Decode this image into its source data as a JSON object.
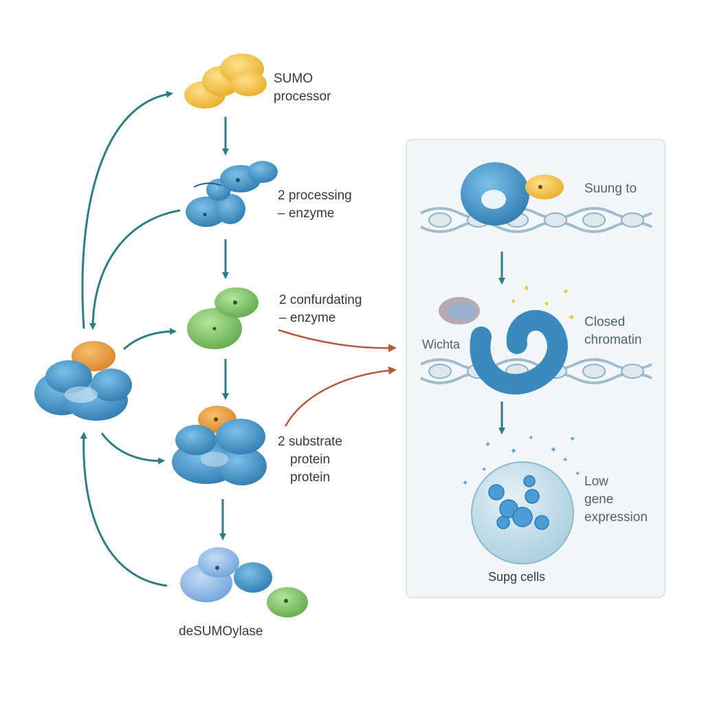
{
  "pathway": {
    "steps": [
      {
        "id": "sumo",
        "lines": [
          "SUMO",
          "processor"
        ],
        "color": "#f2c04a"
      },
      {
        "id": "processing",
        "lines": [
          "2 processing",
          "– enzyme"
        ],
        "color": "#4f9ccd"
      },
      {
        "id": "conjugating",
        "lines": [
          "2 confurdating",
          "– enzyme"
        ],
        "color": "#7cc36a"
      },
      {
        "id": "substrate",
        "lines": [
          "2 substrate",
          "protein",
          "protein"
        ],
        "color": "#3f8fc4"
      },
      {
        "id": "desumoylase",
        "lines": [
          "deSUMOylase"
        ],
        "color": "#8db8e6"
      }
    ]
  },
  "effect_panel": {
    "binding": {
      "lines": [
        "Suung to"
      ]
    },
    "chromatin": {
      "marker_label": "Wichta",
      "lines": [
        "Closed",
        "chromatin"
      ]
    },
    "expression": {
      "lines": [
        "Low",
        "gene",
        "expression"
      ]
    },
    "cell": {
      "label": "Supg cells"
    }
  },
  "colors": {
    "cycle_arrow": "#2c7d84",
    "cross_arrow": "#b55a3f",
    "protein_blue": "#3f8fc4",
    "sumo_orange": "#e79a3a",
    "sumo_yellow": "#f2c04a",
    "sumo_green": "#7cc36a",
    "dna": "#a8c6d4"
  }
}
